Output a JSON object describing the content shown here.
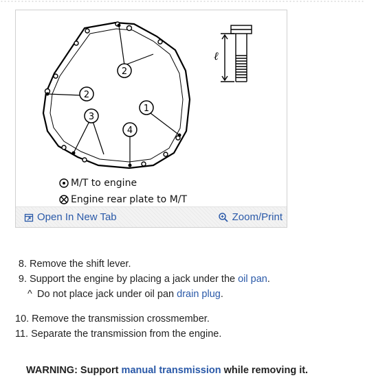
{
  "figure": {
    "callouts": [
      "2",
      "2",
      "3",
      "1",
      "4"
    ],
    "dimension_label": "ℓ",
    "legend": [
      {
        "symbol": "bolt-circle-dot",
        "text": "M/T to engine"
      },
      {
        "symbol": "bolt-circle-x",
        "text": "Engine rear plate to M/T"
      }
    ]
  },
  "toolbar": {
    "open_label": "Open In New Tab",
    "zoom_label": "Zoom/Print"
  },
  "steps": [
    {
      "num": "8.",
      "parts": [
        {
          "text": "Remove the shift lever."
        }
      ]
    },
    {
      "num": "9.",
      "parts": [
        {
          "text": "Support the engine by placing a jack under the "
        },
        {
          "text": "oil pan",
          "link": true
        },
        {
          "text": "."
        }
      ]
    },
    {
      "note": true,
      "caret": "^",
      "parts": [
        {
          "text": "Do not place jack under oil pan "
        },
        {
          "text": "drain plug",
          "link": true
        },
        {
          "text": "."
        }
      ]
    },
    {
      "gap": true
    },
    {
      "num": "10.",
      "parts": [
        {
          "text": "Remove the transmission crossmember."
        }
      ]
    },
    {
      "num": "11.",
      "parts": [
        {
          "text": "Separate the transmission from the engine."
        }
      ]
    }
  ],
  "warning": {
    "prefix": "WARNING: Support ",
    "link": "manual transmission",
    "suffix": " while removing it."
  },
  "colors": {
    "link": "#2a59a8",
    "toolbar_bg": "#f3f3f3"
  }
}
